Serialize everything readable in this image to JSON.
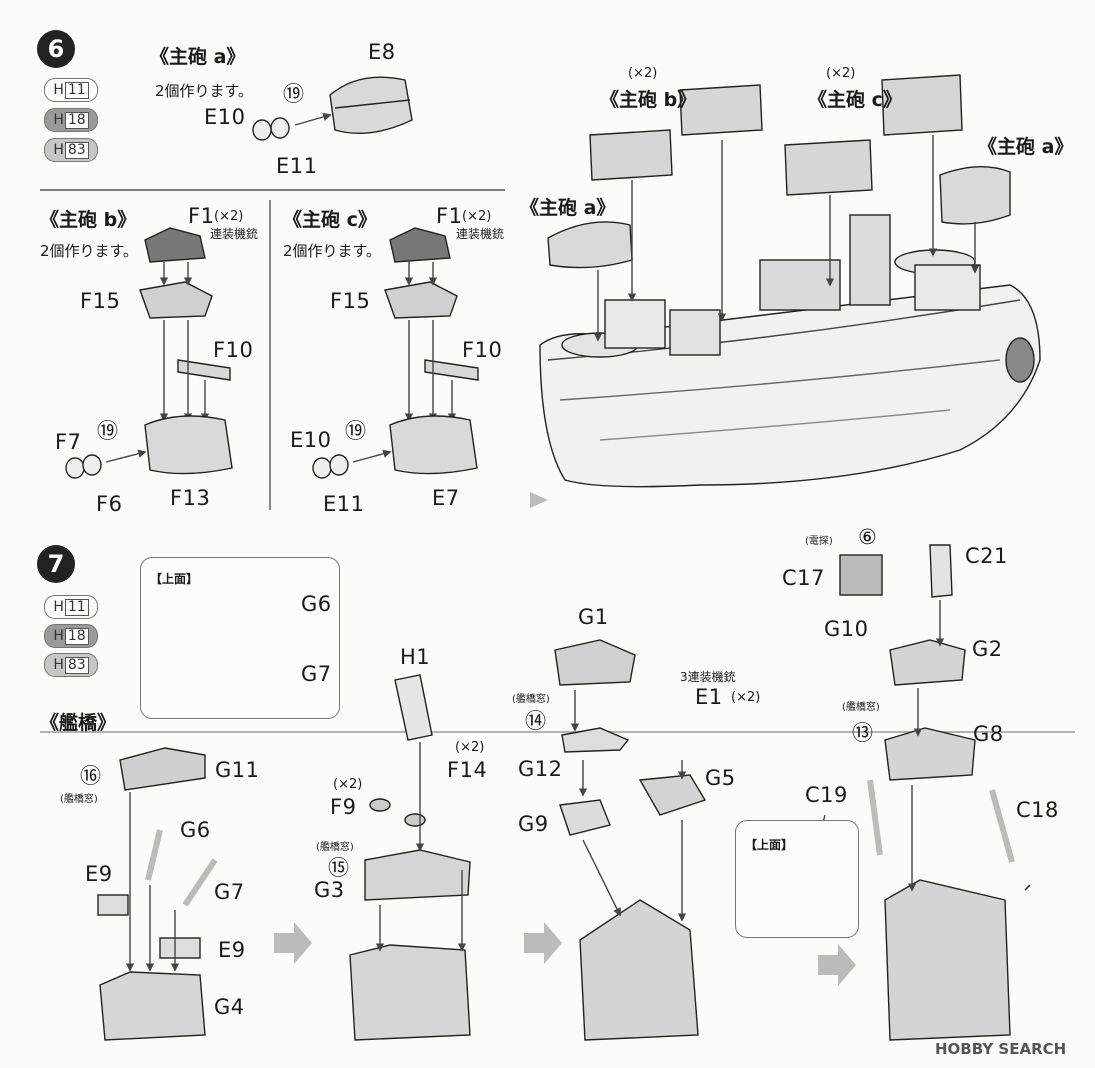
{
  "step6": {
    "number": "6",
    "paints": [
      "11",
      "18",
      "83"
    ],
    "paint_prefix": "H",
    "gun_a": {
      "title": "《主砲 a》",
      "note": "2個作ります。",
      "parts": [
        "E8",
        "E10",
        "⑲",
        "E11"
      ]
    },
    "gun_b": {
      "title": "《主砲 b》",
      "note": "2個作ります。",
      "f1": "F1",
      "mult": "(×2)",
      "twin_mg": "連装機銃",
      "parts": [
        "F15",
        "F10",
        "F7",
        "⑲",
        "F6",
        "F13"
      ]
    },
    "gun_c": {
      "title": "《主砲 c》",
      "note": "2個作ります。",
      "f1": "F1",
      "mult": "(×2)",
      "twin_mg": "連装機銃",
      "parts": [
        "F15",
        "F10",
        "E10",
        "⑲",
        "E11",
        "E7"
      ]
    },
    "ship_labels": {
      "gun_a": "《主砲 a》",
      "gun_b": "《主砲 b》",
      "gun_c": "《主砲 c》",
      "x2": "(×2)"
    }
  },
  "step7": {
    "number": "7",
    "paints": [
      "11",
      "18",
      "83"
    ],
    "paint_prefix": "H",
    "bridge_title": "《艦橋》",
    "top_view": "【上面】",
    "bridge_window": "(艦橋窓)",
    "radar": "(電探)",
    "triple_mg": "3連装機銃",
    "parts": {
      "g6": "G6",
      "g7": "G7",
      "g11": "G11",
      "e9": "E9",
      "g4": "G4",
      "m16": "⑯",
      "h1": "H1",
      "f9": "F9",
      "f14": "F14",
      "x2": "(×2)",
      "m15": "⑮",
      "g3": "G3",
      "g1": "G1",
      "m14": "⑭",
      "g12": "G12",
      "e1": "E1",
      "g9": "G9",
      "g5": "G5",
      "m6": "⑥",
      "c17": "C17",
      "c21": "C21",
      "g10": "G10",
      "g2": "G2",
      "m13": "⑬",
      "g8": "G8",
      "c19": "C19",
      "c18": "C18"
    }
  },
  "watermark": "HOBBY SEARCH"
}
